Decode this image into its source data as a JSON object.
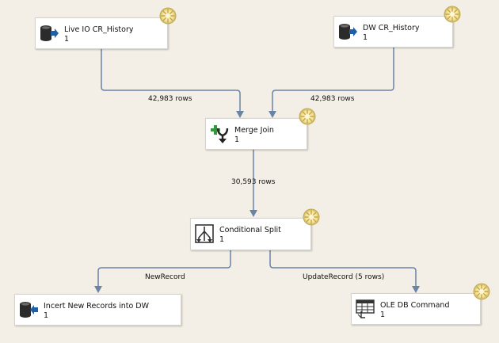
{
  "nodes": {
    "live_io": {
      "title": "Live IO CR_History",
      "count": "1",
      "icon": "source-database-icon"
    },
    "dw_history": {
      "title": "DW CR_History",
      "count": "1",
      "icon": "source-database-icon"
    },
    "merge_join": {
      "title": "Merge Join",
      "count": "1",
      "icon": "merge-join-icon"
    },
    "conditional_split": {
      "title": "Conditional Split",
      "count": "1",
      "icon": "conditional-split-icon"
    },
    "insert_dw": {
      "title": "Incert New Records into DW",
      "count": "1",
      "icon": "destination-database-icon"
    },
    "ole_db_command": {
      "title": "OLE DB Command",
      "count": "1",
      "icon": "ole-db-command-icon"
    }
  },
  "connectors": {
    "live_to_merge": "42,983 rows",
    "dw_to_merge": "42,983 rows",
    "merge_to_split": "30,593 rows",
    "split_to_insert": "NewRecord",
    "split_to_command": "UpdateRecord (5 rows)"
  },
  "colors": {
    "canvas": "#f3efe6",
    "connector": "#6a84a6",
    "status_badge": "#e8d77a",
    "merge_plus": "#2e9a3a"
  }
}
